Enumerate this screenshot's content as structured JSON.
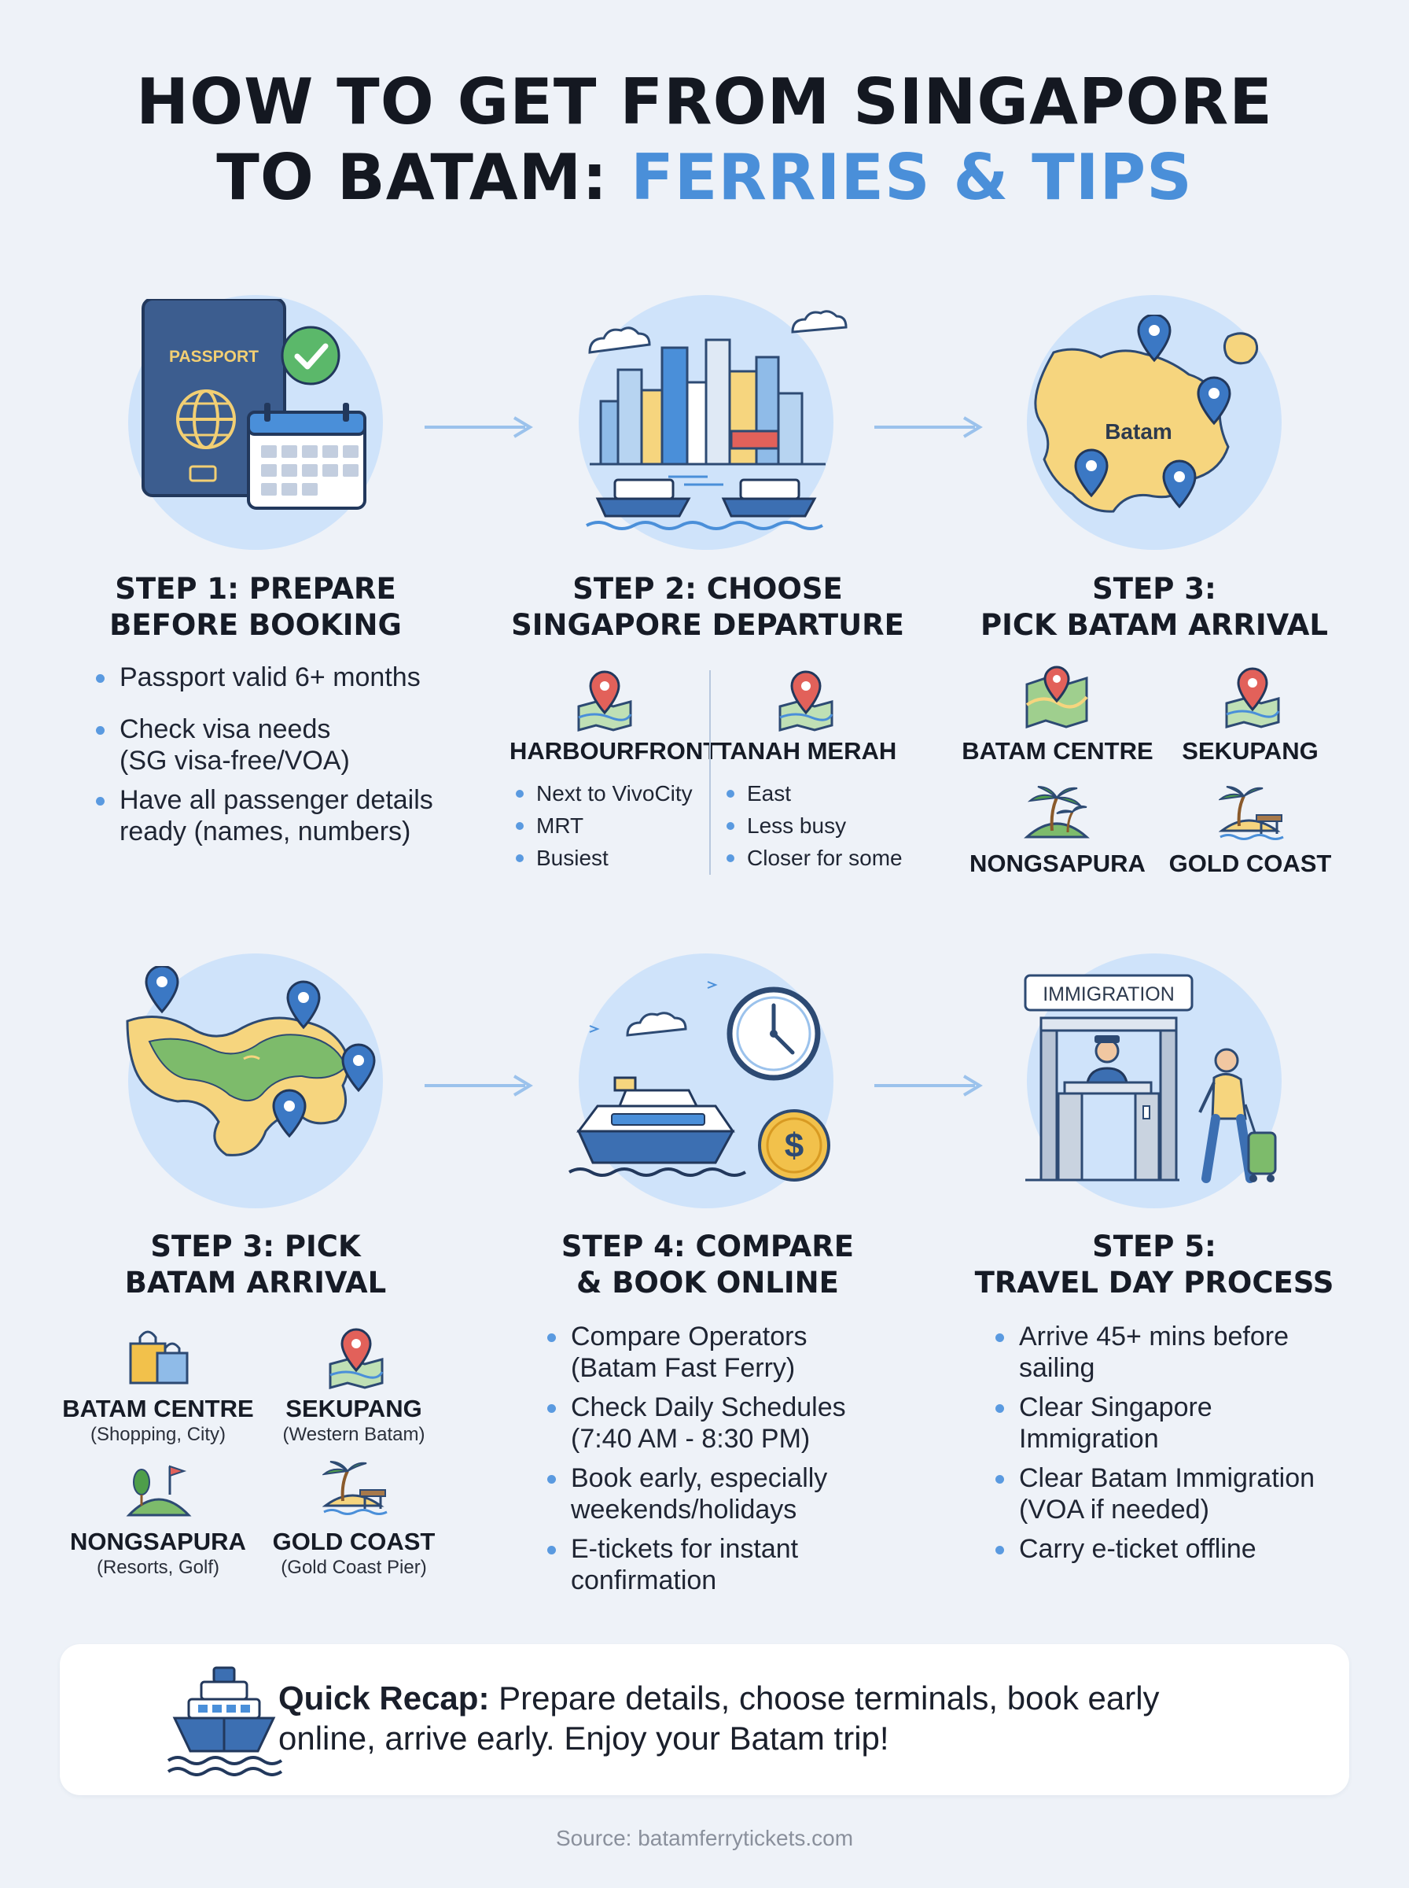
{
  "title": {
    "line1": "HOW TO GET FROM SINGAPORE",
    "line2_plain": "TO BATAM: ",
    "line2_accent": "FERRIES & TIPS"
  },
  "icons": {
    "passport_label": "PASSPORT",
    "batam_map_label": "Batam",
    "immigration_label": "IMMIGRATION",
    "dollar_sign": "$"
  },
  "step1": {
    "heading_line1": "STEP 1: PREPARE",
    "heading_line2": "BEFORE BOOKING",
    "bullets": [
      "Passport valid 6+ months",
      "Check visa needs (SG visa-free/VOA)",
      "Have all passenger details ready (names, numbers)"
    ]
  },
  "step2": {
    "heading_line1": "STEP 2: CHOOSE",
    "heading_line2": "SINGAPORE DEPARTURE",
    "terminals": [
      {
        "name": "HARBOURFRONT",
        "bullets": [
          "Next to VivoCity",
          "MRT",
          "Busiest"
        ]
      },
      {
        "name": "TANAH MERAH",
        "bullets": [
          "East",
          "Less busy",
          "Closer for some"
        ]
      }
    ]
  },
  "step3a": {
    "heading_line1": "STEP 3:",
    "heading_line2": "PICK BATAM ARRIVAL",
    "terminals": [
      "BATAM CENTRE",
      "SEKUPANG",
      "NONGSAPURA",
      "GOLD COAST"
    ]
  },
  "step3b": {
    "heading_line1": "STEP 3: PICK",
    "heading_line2": "BATAM ARRIVAL",
    "terminals": [
      {
        "name": "BATAM CENTRE",
        "note": "(Shopping, City)"
      },
      {
        "name": "SEKUPANG",
        "note": "(Western Batam)"
      },
      {
        "name": "NONGSAPURA",
        "note": "(Resorts, Golf)"
      },
      {
        "name": "GOLD COAST",
        "note": "(Gold Coast Pier)"
      }
    ]
  },
  "step4": {
    "heading_line1": "STEP 4: COMPARE",
    "heading_line2": "& BOOK ONLINE",
    "bullets": [
      "Compare Operators (Batam Fast Ferry)",
      "Check Daily Schedules (7:40 AM - 8:30 PM)",
      "Book early, especially weekends/holidays",
      "E-tickets for instant confirmation"
    ]
  },
  "step5": {
    "heading_line1": "STEP 5:",
    "heading_line2": "TRAVEL DAY PROCESS",
    "bullets": [
      "Arrive 45+ mins before sailing",
      "Clear Singapore Immigration",
      "Clear Batam Immigration (VOA if needed)",
      "Carry e-ticket offline"
    ]
  },
  "recap": {
    "label": "Quick Recap:",
    "text": " Prepare details, choose terminals, book early online, arrive early. Enjoy your Batam trip!"
  },
  "source": "Source: batamferrytickets.com",
  "colors": {
    "accent": "#4a8fd9",
    "circle": "#cfe3fa",
    "background": "#eef2f8",
    "pin_red": "#e2615a",
    "pin_blue": "#3b78c4",
    "land_yellow": "#f6d57e",
    "land_green": "#7dbb6b"
  }
}
